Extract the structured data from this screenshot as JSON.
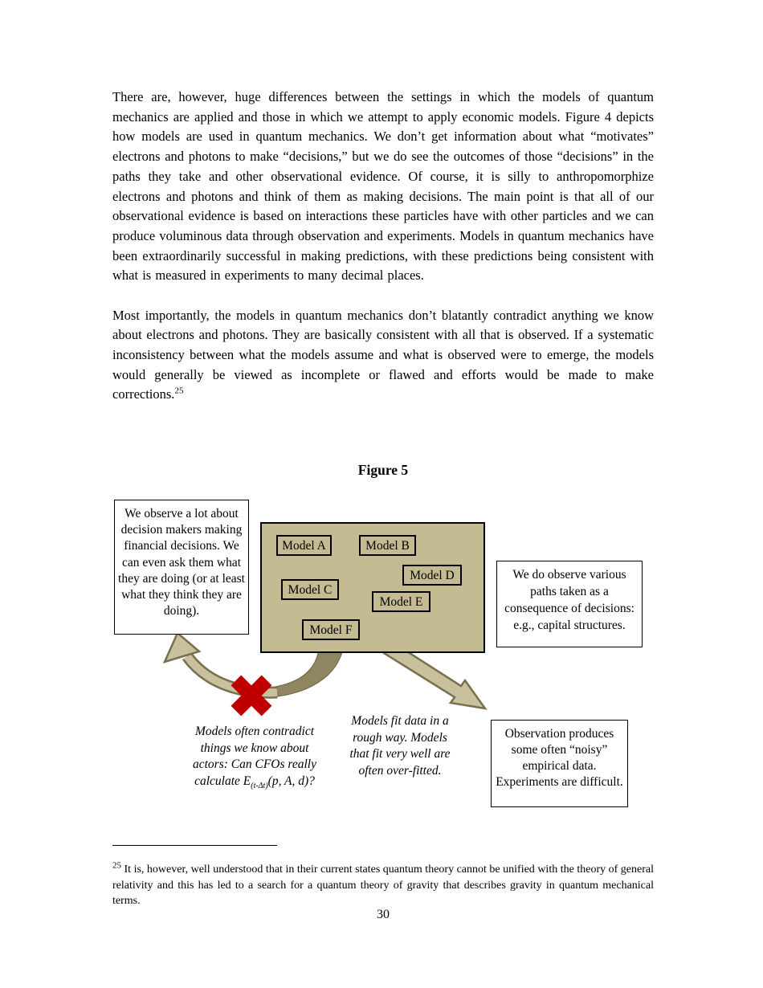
{
  "document": {
    "paragraphs": [
      "There are, however, huge differences between the settings in which the models of quantum mechanics are applied and those in which we attempt to apply economic models. Figure 4 depicts how models are used in quantum mechanics. We don’t get information about what “motivates” electrons and photons to make “decisions,” but we do see the outcomes of those “decisions” in the paths they take and other observational evidence. Of course, it is silly to anthropomorphize electrons and photons and think of them as making decisions. The main point is that all of our observational evidence is based on interactions these particles have with other particles and we can produce voluminous data through observation and experiments. Models in quantum mechanics have been extraordinarily successful in making predictions, with these predictions being consistent with what is measured in experiments to many decimal places.",
      "Most importantly, the models in quantum mechanics don’t blatantly contradict anything we know about electrons and photons. They are basically consistent with all that is observed. If a systematic inconsistency between what the models assume and what is observed were to emerge, the models would generally be viewed as incomplete or flawed and efforts would be made to make corrections."
    ],
    "footnote_ref": "25",
    "figure": {
      "title": "Figure 5",
      "left_box": "We observe a lot about decision makers making financial decisions. We can even ask them what they are doing (or at least what they think they are doing).",
      "right_box": "We do observe various paths taken as a consequence of decisions: e.g., capital structures.",
      "bottom_right_box": "Observation produces some often “noisy” empirical data. Experiments are difficult.",
      "models": [
        "Model A",
        "Model B",
        "Model C",
        "Model D",
        "Model E",
        "Model F"
      ],
      "caption_left_lines": [
        "Models often contradict",
        "things we know about",
        "actors: Can CFOs really"
      ],
      "caption_left_formula": {
        "prefix": "calculate E",
        "subscript": "(t-Δt)",
        "suffix": "(p, A, d)?"
      },
      "caption_middle_lines": [
        "Models fit data in a",
        "rough way. Models",
        "that fit very well are",
        "often over-fitted."
      ]
    },
    "footnote": {
      "number": "25",
      "text": " It is, however, well understood that in their current states quantum theory cannot be unified with the theory of general relativity and this has led to a search for a quantum theory of gravity that describes gravity in quantum mechanical terms."
    },
    "page_number": "30",
    "colors": {
      "box_tan": "#C5BB93",
      "arrow_fill": "#C9C09E",
      "arrow_outline": "#77704C",
      "arrow_dark": "#8F8560",
      "arrow_dark_edge": "#6E6545",
      "x_red": "#C00000"
    }
  }
}
